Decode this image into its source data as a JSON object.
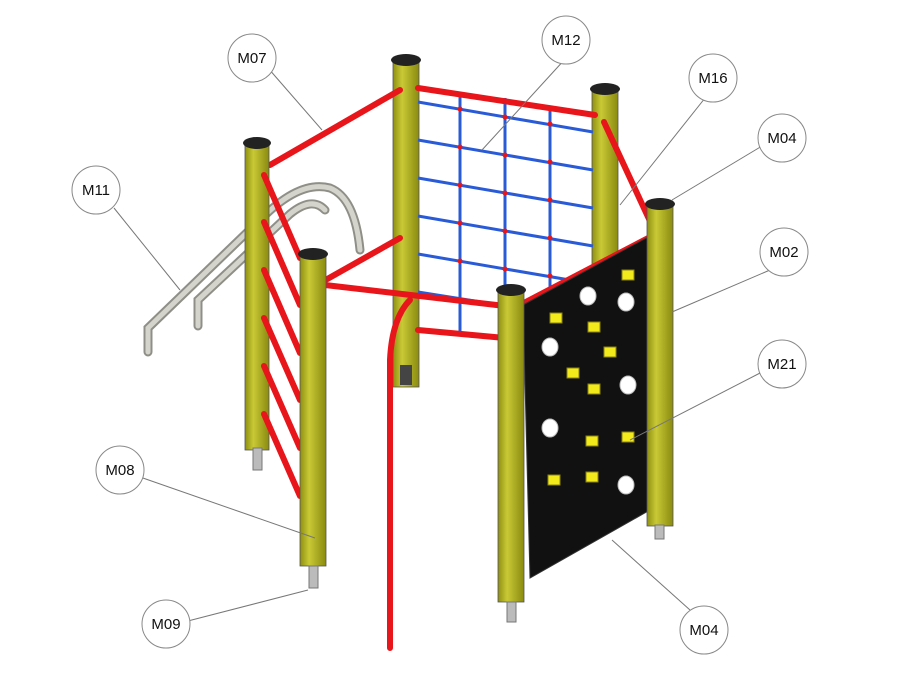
{
  "colors": {
    "post": "#b5b51c",
    "post_dark": "#8a8a10",
    "cap": "#222222",
    "rail": "#e8151a",
    "net_blue": "#2a5bd7",
    "net_knot": "#e8151a",
    "panel": "#111111",
    "hold": "#f2ea1a",
    "steel": "#b8b8b0",
    "leader": "#777777"
  },
  "labels": [
    {
      "id": "m07",
      "text": "M07"
    },
    {
      "id": "m12",
      "text": "M12"
    },
    {
      "id": "m16",
      "text": "M16"
    },
    {
      "id": "m04a",
      "text": "M04"
    },
    {
      "id": "m11",
      "text": "M11"
    },
    {
      "id": "m02",
      "text": "M02"
    },
    {
      "id": "m21",
      "text": "M21"
    },
    {
      "id": "m08",
      "text": "M08"
    },
    {
      "id": "m09",
      "text": "M09"
    },
    {
      "id": "m04b",
      "text": "M04"
    }
  ]
}
